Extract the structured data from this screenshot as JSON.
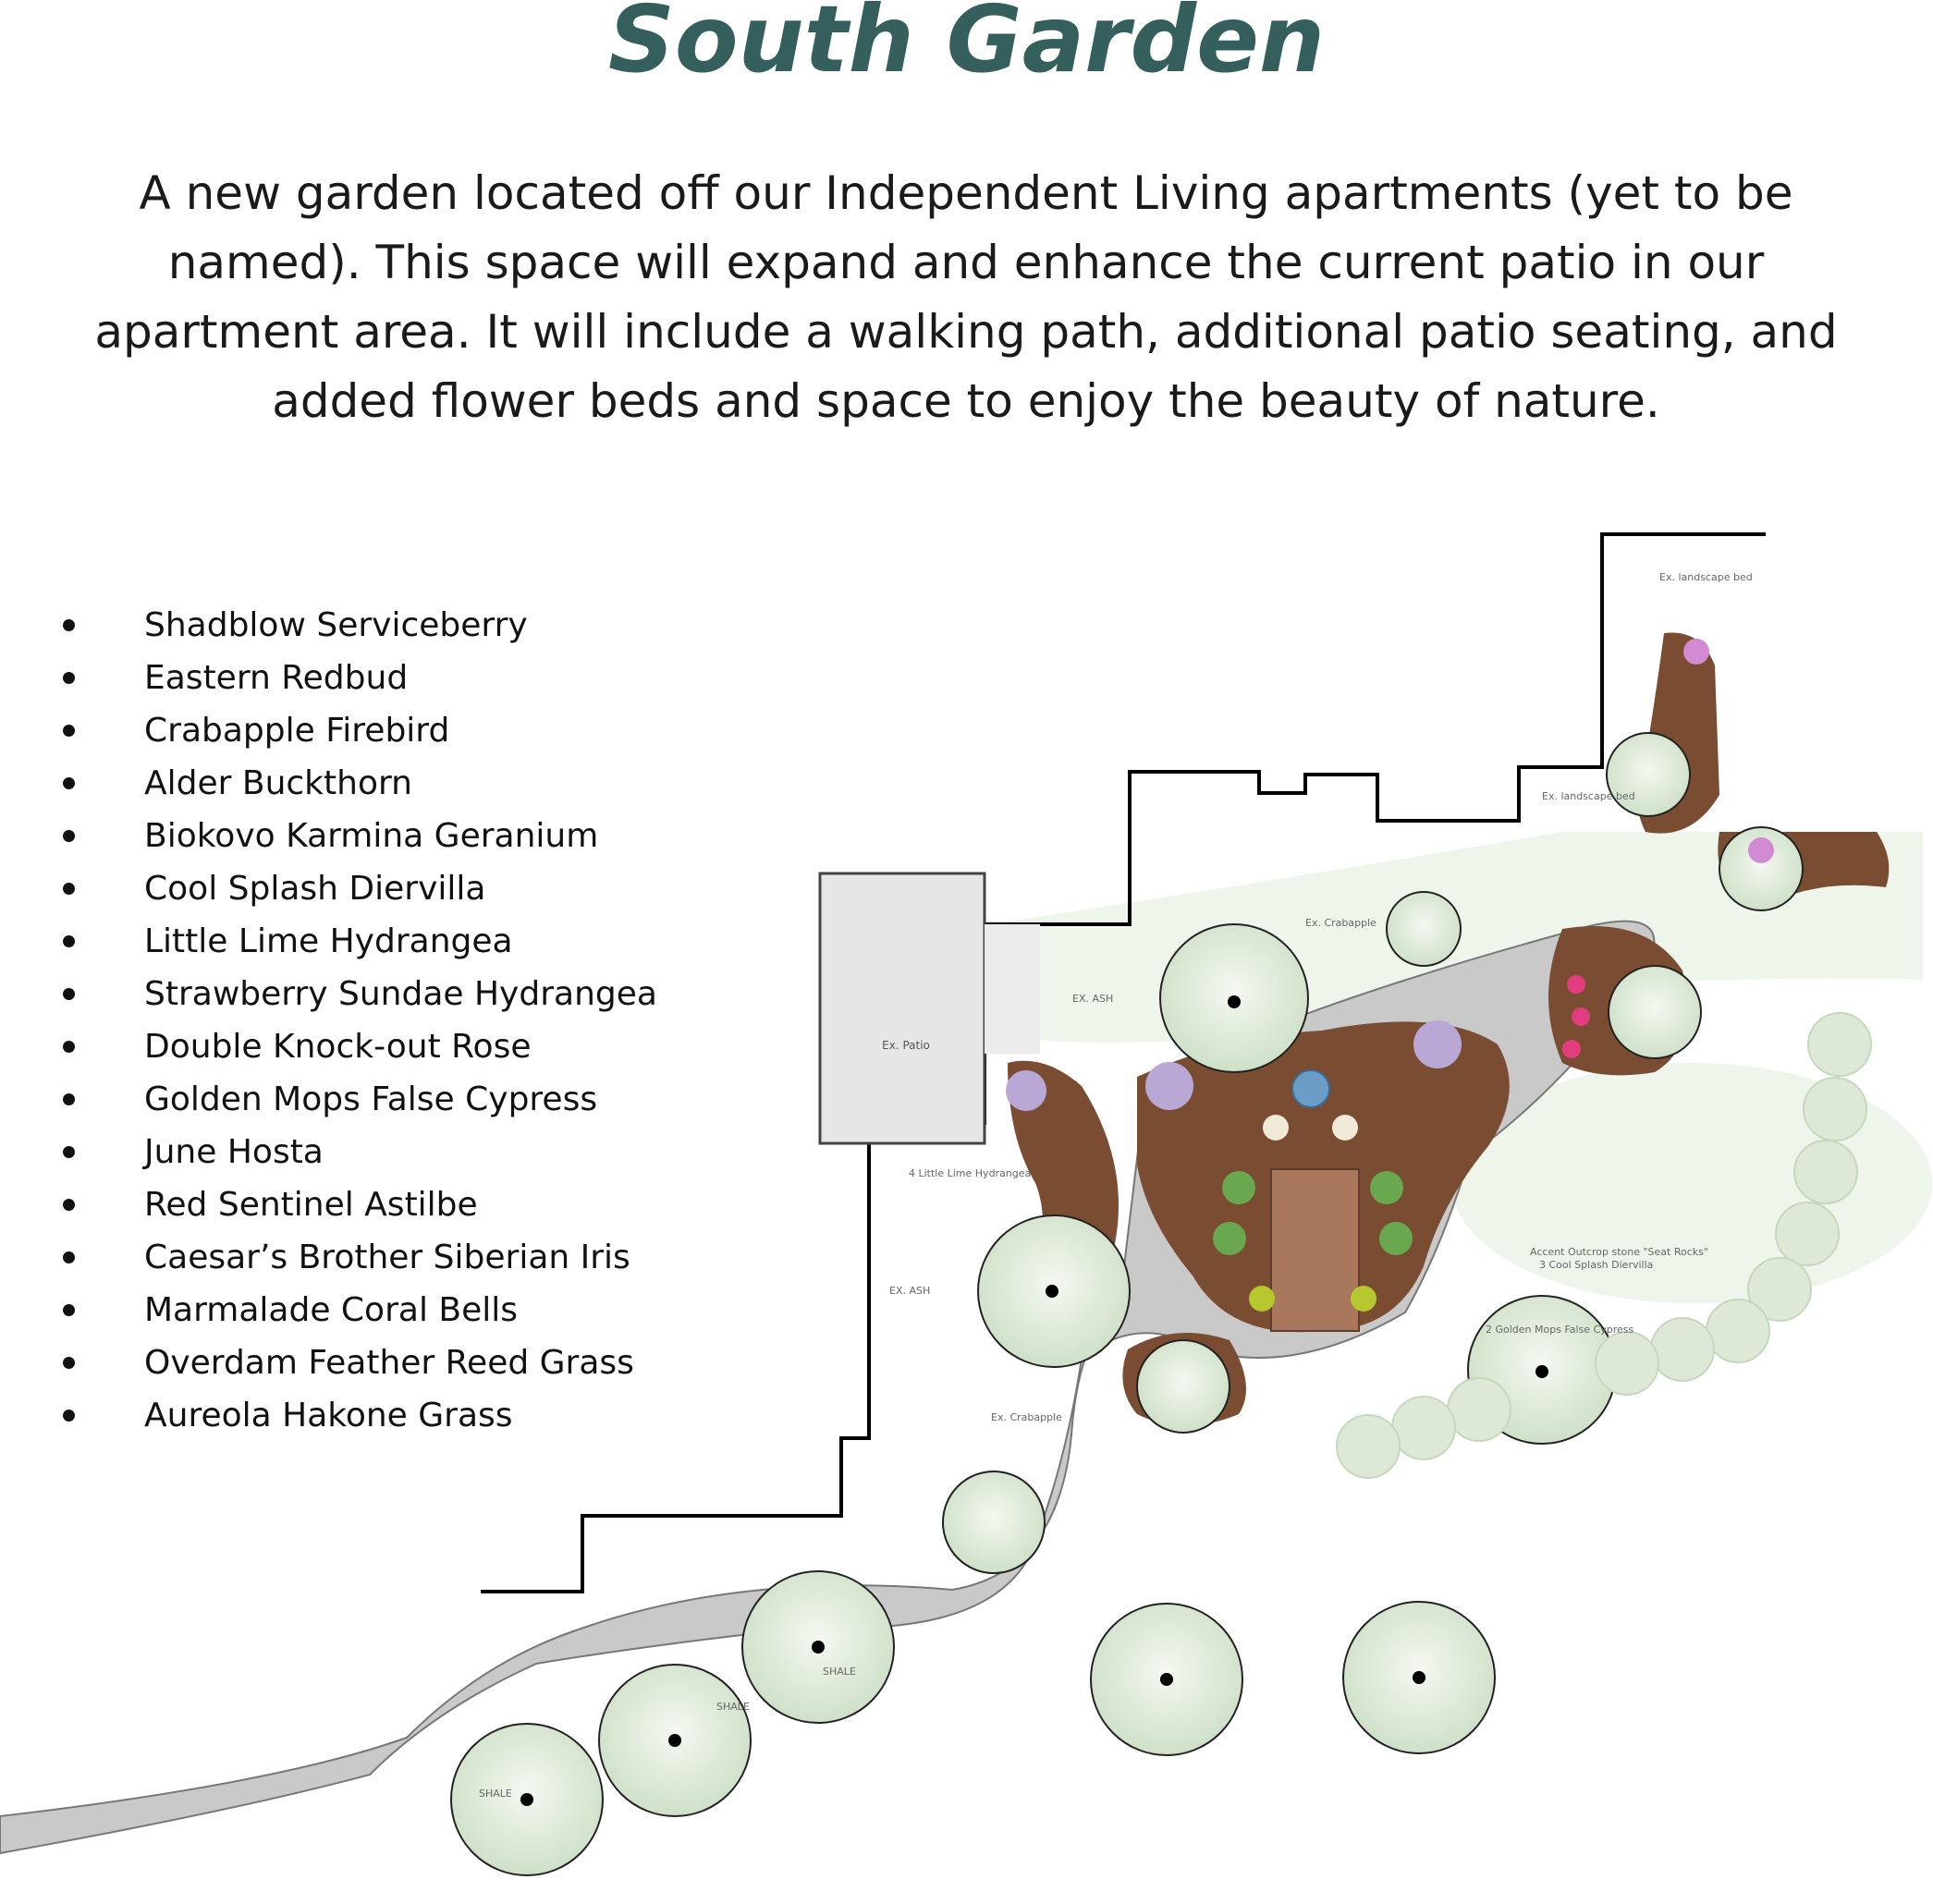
{
  "title": "South Garden",
  "description": "A new garden located off our Independent Living apartments (yet to be named). This space will expand and enhance the current patio in our apartment area. It will include a walking path, additional patio seating, and added  flower beds and space to enjoy the beauty of nature.",
  "plants": [
    "Shadblow Serviceberry",
    "Eastern Redbud",
    "Crabapple Firebird",
    "Alder Buckthorn",
    "Biokovo Karmina Geranium",
    "Cool Splash Diervilla",
    "Little Lime Hydrangea",
    "Strawberry Sundae Hydrangea",
    "Double Knock-out Rose",
    "Golden Mops False Cypress",
    "June Hosta",
    "Red Sentinel Astilbe",
    "Caesar’s Brother Siberian Iris",
    "Marmalade Coral Bells",
    "Overdam Feather Reed Grass",
    "Aureola Hakone Grass"
  ],
  "plan_labels": {
    "landscape_bed_1": "Ex. landscape bed",
    "landscape_bed_2": "Ex. landscape bed",
    "crabapple_1": "Ex. Crabapple",
    "crabapple_2": "Ex. Crabapple",
    "ash_1": "EX. ASH",
    "ash_2": "EX. ASH",
    "patio": "Ex. Patio",
    "hydrangea": "4 Little Lime Hydrangea",
    "accent_stone": "Accent Outcrop stone \"Seat Rocks\"",
    "diervilla": "3 Cool Splash Diervilla",
    "cypress": "2 Golden Mops False Cypress",
    "shale_1": "SHALE",
    "shale_2": "SHALE",
    "shale_3": "SHALE"
  },
  "colors": {
    "title": "#355f5c",
    "mulch": "#7a4d33",
    "path": "#c9c9c9",
    "tree_canopy": "#dbe8d6",
    "building_outline": "#000000"
  }
}
